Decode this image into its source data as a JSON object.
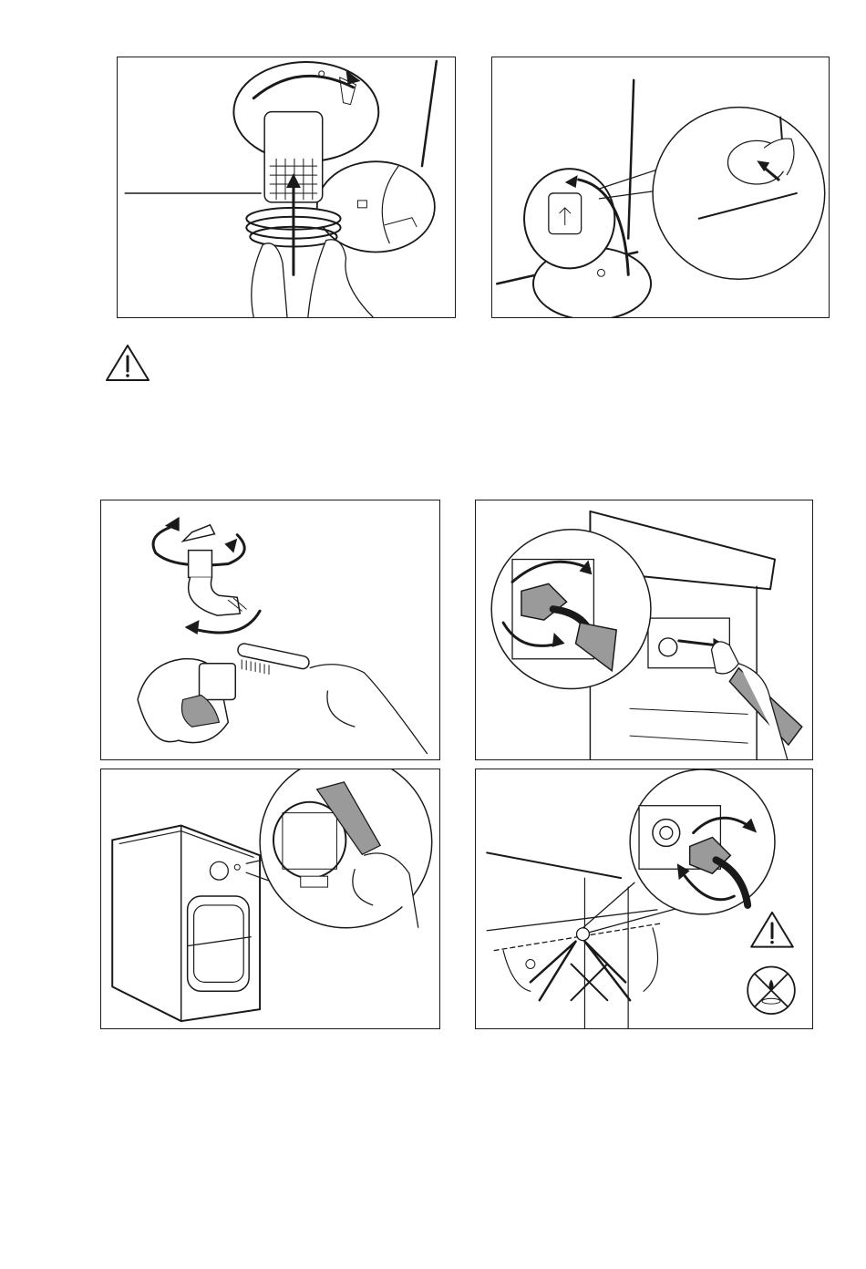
{
  "page": {
    "background": "#ffffff",
    "line_color": "#1a1a1a",
    "shade_color": "#9a9a9a"
  },
  "figures": [
    {
      "id": "fig-1",
      "icon": "pump-filter-insert-icon"
    },
    {
      "id": "fig-2",
      "icon": "pump-flap-close-icon"
    },
    {
      "id": "fig-3",
      "icon": "tap-filter-clean-icon"
    },
    {
      "id": "fig-4",
      "icon": "inlet-hose-unscrew-icon"
    },
    {
      "id": "fig-5",
      "icon": "machine-filter-brush-icon"
    },
    {
      "id": "fig-6",
      "icon": "inlet-hose-connect-icon"
    }
  ],
  "warning_icon": "warning-triangle-icon",
  "no_leak_icon": "no-water-leak-icon"
}
